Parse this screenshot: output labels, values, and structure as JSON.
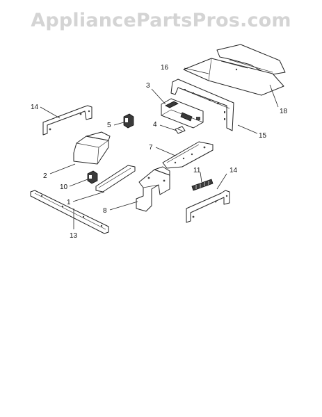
{
  "watermark": "AppliancePartsPros.com",
  "callouts": {
    "c1": "1",
    "c2": "2",
    "c3": "3",
    "c4": "4",
    "c5": "5",
    "c7": "7",
    "c8": "8",
    "c10": "10",
    "c11": "11",
    "c13": "13",
    "c14a": "14",
    "c14b": "14",
    "c15": "15",
    "c16": "16",
    "c18": "18"
  }
}
